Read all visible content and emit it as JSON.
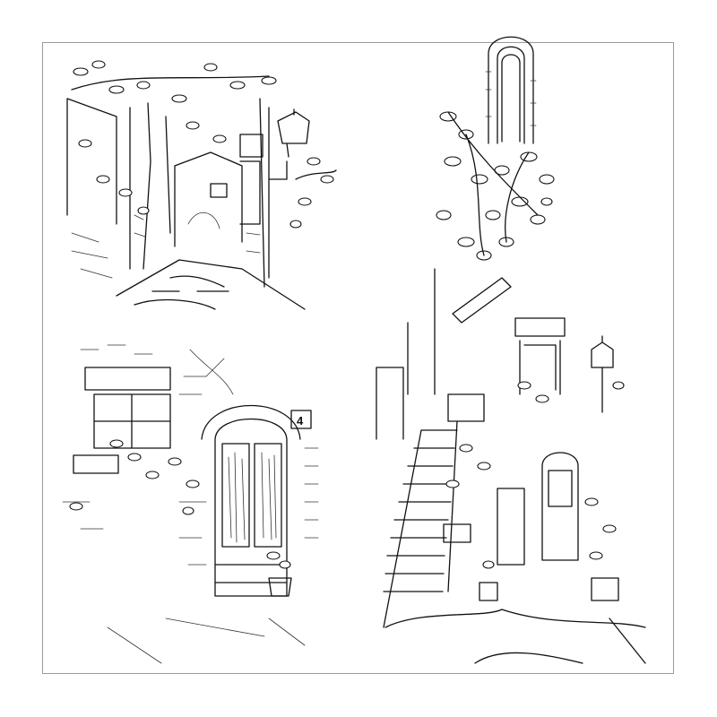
{
  "artwork": {
    "panels": [
      {
        "subject": "alley-with-street-lamp"
      },
      {
        "subject": "arched-window-with-vine"
      },
      {
        "subject": "door-with-window-and-flowers",
        "house_number": "4"
      },
      {
        "subject": "stairway-street-with-lamp"
      }
    ],
    "colors": {
      "ink": "#111111",
      "frame": "#9a9a9a",
      "background": "#ffffff"
    }
  }
}
